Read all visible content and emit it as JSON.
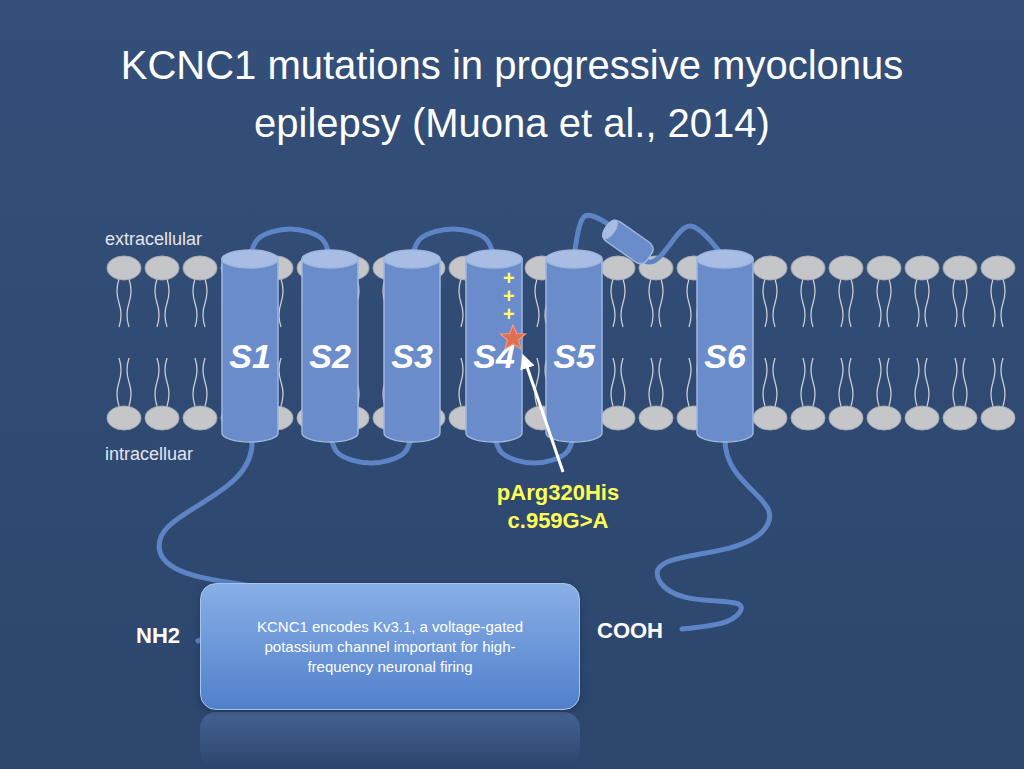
{
  "diagram": {
    "title": "KCNC1 mutations in progressive myoclonus epilepsy (Muona et al., 2014)",
    "nodes": [
      {
        "text": [
          "S1"
        ]
      },
      {
        "text": [
          "S2"
        ]
      },
      {
        "text": [
          "S3"
        ]
      },
      {
        "text": [
          "S4"
        ]
      },
      {
        "text": [
          "S5"
        ]
      },
      {
        "text": [
          "S6"
        ]
      },
      {
        "text": [
          "KCNC1 encodes Kv3.1, a voltage-gated potassium channel important for high-frequency neuronal firing"
        ]
      }
    ],
    "edges": [
      {
        "from": 0,
        "to": 1,
        "arrow": "none"
      },
      {
        "from": 1,
        "to": 2,
        "arrow": "none"
      },
      {
        "from": 2,
        "to": 3,
        "arrow": "none"
      },
      {
        "from": 3,
        "to": 4,
        "arrow": "none"
      },
      {
        "from": 4,
        "to": 5,
        "arrow": "none"
      }
    ],
    "labels": [
      "extracellular",
      "intracelluar",
      "+",
      "+",
      "+",
      "pArg320His c.959G>A",
      "NH2",
      "COOH"
    ]
  }
}
